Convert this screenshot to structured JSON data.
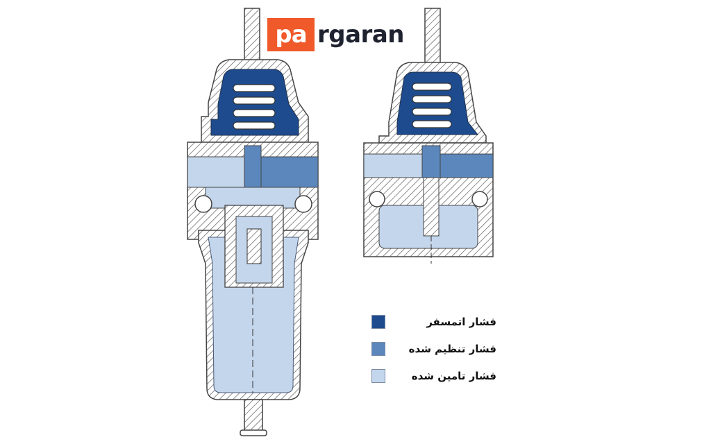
{
  "logo": {
    "highlight": "pa",
    "rest": "rgaran",
    "highlight_color": "#f0592a"
  },
  "colors": {
    "atmospheric": "#1d4b8e",
    "regulated": "#5b87bd",
    "supply": "#c4d6ec",
    "metal_hatch": "#8a8a8a"
  },
  "legend": [
    {
      "label": "فشار اتمسفر",
      "color": "#1d4b8e"
    },
    {
      "label": "فشار تنظیم شده",
      "color": "#5b87bd"
    },
    {
      "label": "فشار تامین شده",
      "color": "#c4d6ec"
    }
  ]
}
